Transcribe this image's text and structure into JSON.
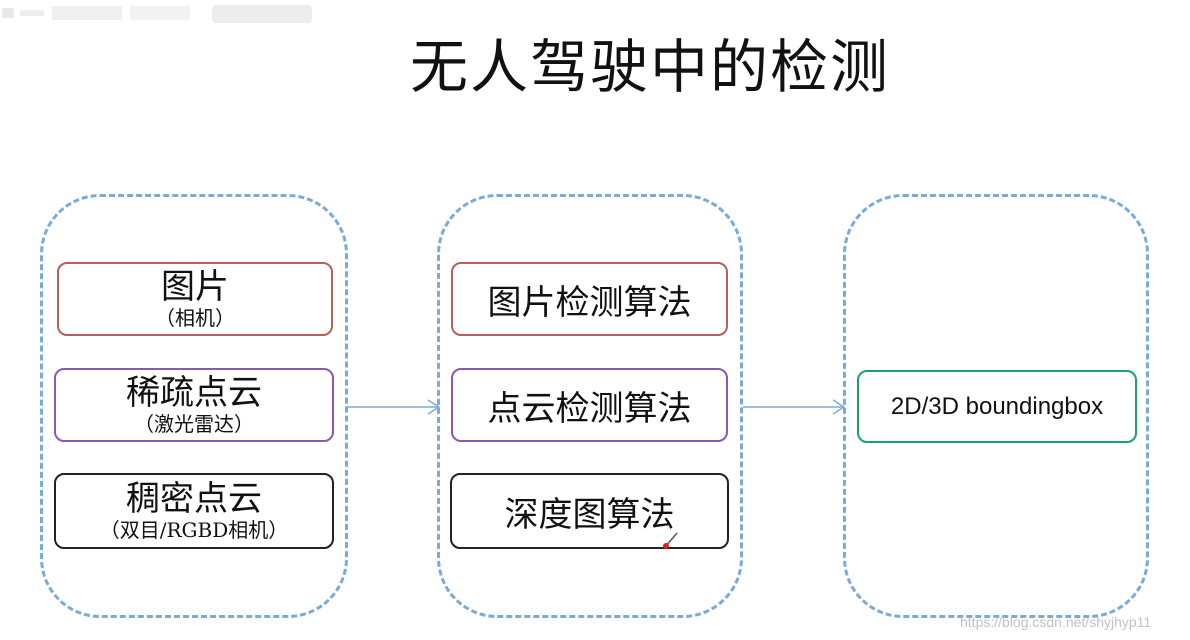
{
  "title": "无人驾驶中的检测",
  "colors": {
    "group_border": "#7aaad8",
    "arrow": "#7aaad8",
    "image_border": "#b5605a",
    "pointcloud_border": "#8a58b4",
    "dense_border": "#222222",
    "output_border": "#1aa26a"
  },
  "inputs": {
    "image": {
      "main": "图片",
      "sub": "（相机）"
    },
    "sparse": {
      "main": "稀疏点云",
      "sub": "（激光雷达）"
    },
    "dense": {
      "main": "稠密点云",
      "sub": "（双目/RGBD相机）"
    }
  },
  "algorithms": {
    "image": "图片检测算法",
    "pointcloud": "点云检测算法",
    "depth": "深度图算法"
  },
  "output": {
    "label": "2D/3D boundingbox"
  },
  "watermark": "https://blog.csdn.net/shyjhyp11"
}
